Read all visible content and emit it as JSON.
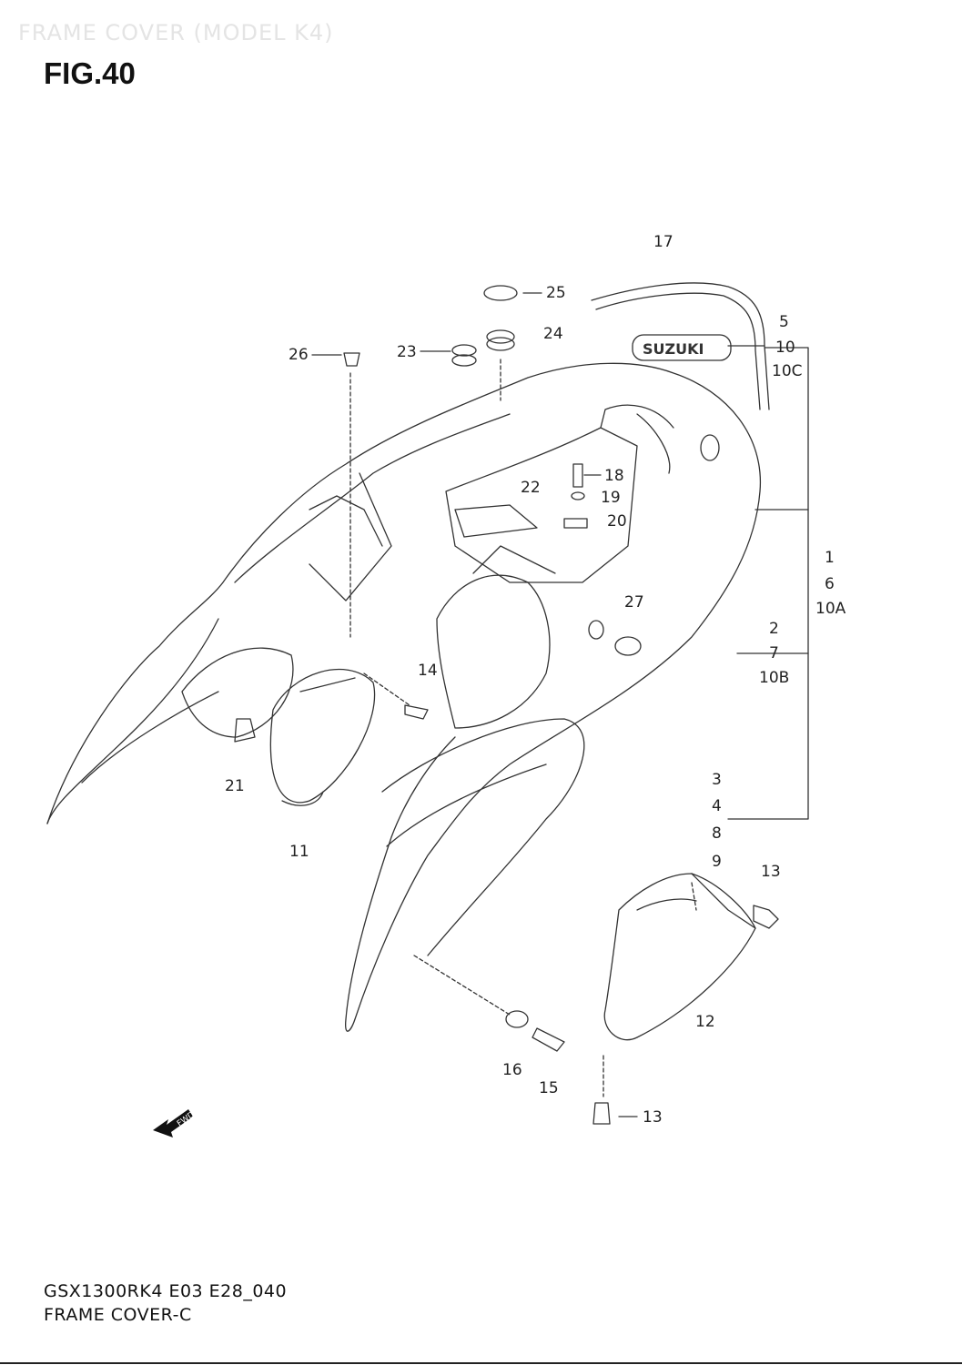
{
  "header": {
    "watermark": "FRAME COVER (MODEL K4)",
    "figure": "FIG.40"
  },
  "footer": {
    "code": "GSX1300RK4 E03 E28_040",
    "title": "FRAME COVER-C"
  },
  "decal_text": "SUZUKI",
  "fwd_label": "FWD",
  "callouts": {
    "c17": "17",
    "c25": "25",
    "c24": "24",
    "c5": "5",
    "c10": "10",
    "c10C": "10C",
    "c26": "26",
    "c23": "23",
    "c22": "22",
    "c18": "18",
    "c19": "19",
    "c20": "20",
    "c1": "1",
    "c6": "6",
    "c10A": "10A",
    "c27": "27",
    "c2": "2",
    "c7": "7",
    "c10B": "10B",
    "c14": "14",
    "c21": "21",
    "c11": "11",
    "c3": "3",
    "c4": "4",
    "c8": "8",
    "c9": "9",
    "c13a": "13",
    "c12": "12",
    "c16": "16",
    "c15": "15",
    "c13b": "13"
  }
}
